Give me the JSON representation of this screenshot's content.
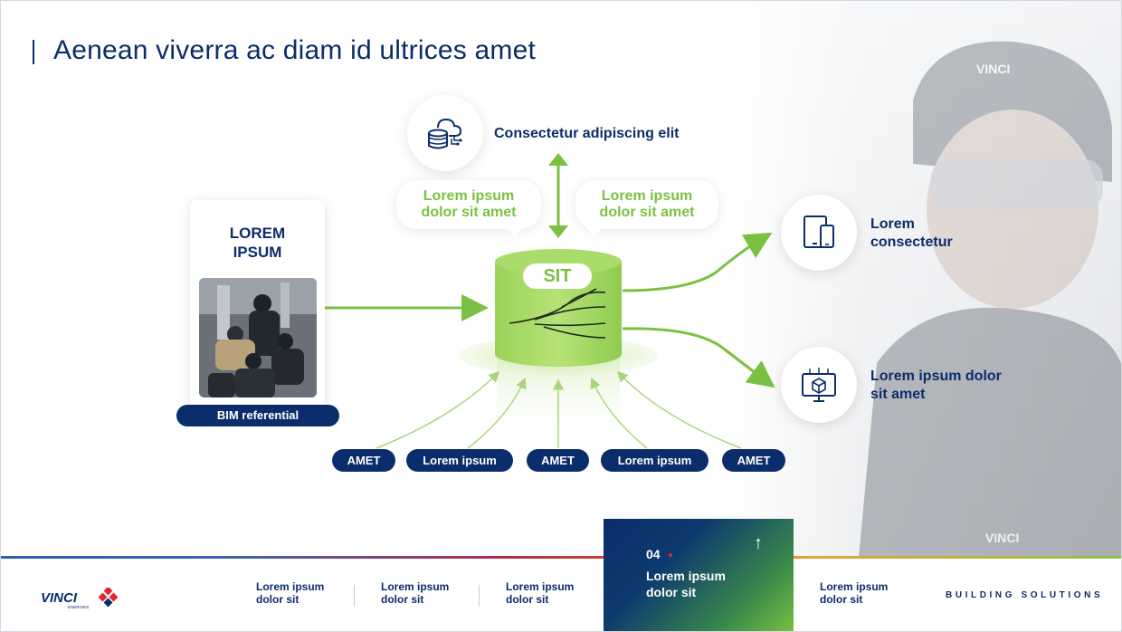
{
  "slide": {
    "title": "Aenean viverra ac diam id ultrices amet"
  },
  "left_card": {
    "title": "LOREM\nIPSUM",
    "label": "BIM referential"
  },
  "top_node": {
    "label": "Consectetur adipiscing elit",
    "icon": "cloud-database-icon"
  },
  "bubbles": {
    "left": "Lorem ipsum\ndolor sit amet",
    "right": "Lorem ipsum\ndolor sit amet"
  },
  "hub": {
    "label": "SIT"
  },
  "right_nodes": [
    {
      "label": "Lorem\nconsectetur",
      "icon": "devices-icon"
    },
    {
      "label": "Lorem ipsum dolor\nsit amet",
      "icon": "monitor-cube-icon"
    }
  ],
  "sources": [
    "AMET",
    "Lorem ipsum",
    "AMET",
    "Lorem ipsum",
    "AMET"
  ],
  "colors": {
    "navy": "#0b2d6b",
    "green": "#7ac143",
    "red": "#e3262f"
  },
  "footer": {
    "logo_text": "VINCI",
    "logo_sub": "ENERGIES",
    "nav": [
      "Lorem ipsum\ndolor sit",
      "Lorem ipsum\ndolor sit",
      "Lorem ipsum\ndolor sit",
      "Lorem ipsum\ndolor sit"
    ],
    "active": {
      "number": "04",
      "label": "Lorem ipsum\ndolor sit",
      "arrow": "↑"
    },
    "brand_tag": "BUILDING SOLUTIONS"
  }
}
